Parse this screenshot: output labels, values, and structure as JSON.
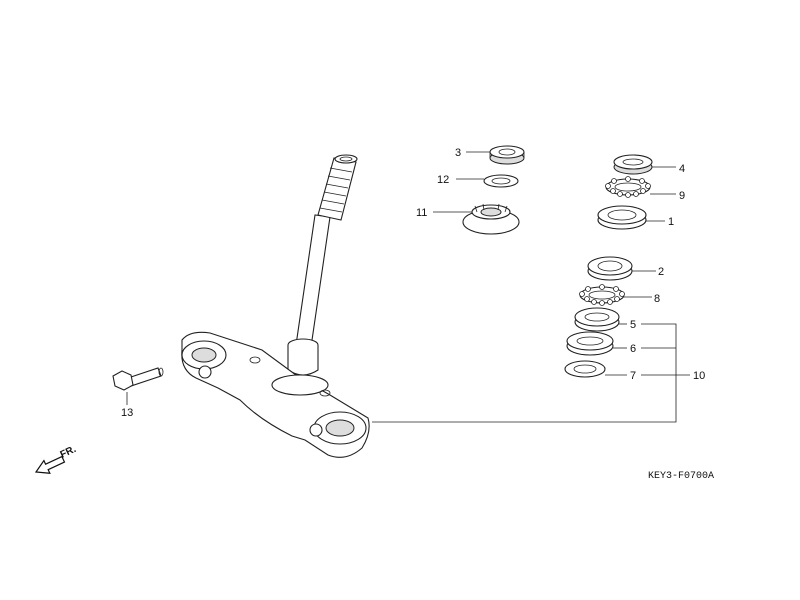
{
  "callouts": {
    "c1": "1",
    "c2": "2",
    "c3": "3",
    "c4": "4",
    "c5": "5",
    "c6": "6",
    "c7": "7",
    "c8": "8",
    "c9": "9",
    "c10": "10",
    "c11": "11",
    "c12": "12",
    "c13": "13"
  },
  "direction_label": "FR.",
  "diagram_code": "KEY3-F0700A"
}
